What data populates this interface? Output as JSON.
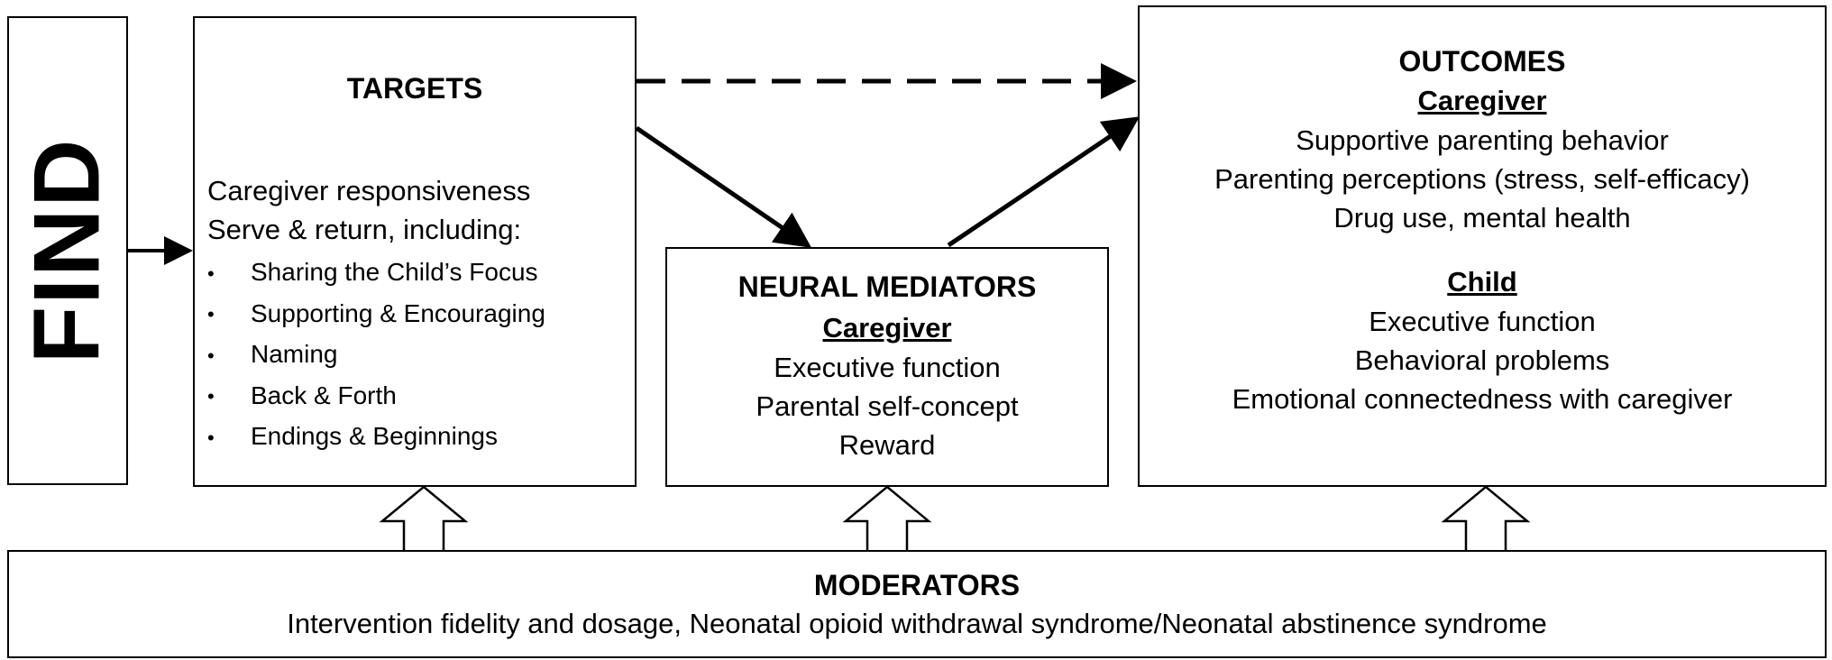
{
  "find": {
    "label": "FIND"
  },
  "targets": {
    "title": "TARGETS",
    "lines": [
      "Caregiver responsiveness",
      "Serve & return, including:"
    ],
    "bullet_glyph": "•",
    "bullets": [
      "Sharing the Child’s Focus",
      "Supporting & Encouraging",
      "Naming",
      "Back & Forth",
      "Endings & Beginnings"
    ]
  },
  "neural": {
    "title": "NEURAL MEDIATORS",
    "subtitle": "Caregiver",
    "items": [
      "Executive function",
      "Parental self-concept",
      "Reward"
    ]
  },
  "outcomes": {
    "title": "OUTCOMES",
    "caregiver": {
      "subtitle": "Caregiver",
      "items": [
        "Supportive parenting behavior",
        "Parenting perceptions (stress, self-efficacy)",
        "Drug use, mental health"
      ]
    },
    "child": {
      "subtitle": "Child",
      "items": [
        "Executive function",
        "Behavioral problems",
        "Emotional connectedness with caregiver"
      ]
    }
  },
  "moderators": {
    "title": "MODERATORS",
    "text": "Intervention fidelity and dosage, Neonatal opioid withdrawal syndrome/Neonatal abstinence syndrome"
  },
  "connections": [
    {
      "from": "find",
      "to": "targets",
      "style": "solid"
    },
    {
      "from": "targets",
      "to": "outcomes",
      "style": "dashed"
    },
    {
      "from": "targets",
      "to": "neural-mediators",
      "style": "solid"
    },
    {
      "from": "neural-mediators",
      "to": "outcomes",
      "style": "solid"
    },
    {
      "from": "moderators",
      "to": "targets",
      "style": "hollow-block"
    },
    {
      "from": "moderators",
      "to": "neural-mediators",
      "style": "hollow-block"
    },
    {
      "from": "moderators",
      "to": "outcomes",
      "style": "hollow-block"
    }
  ]
}
